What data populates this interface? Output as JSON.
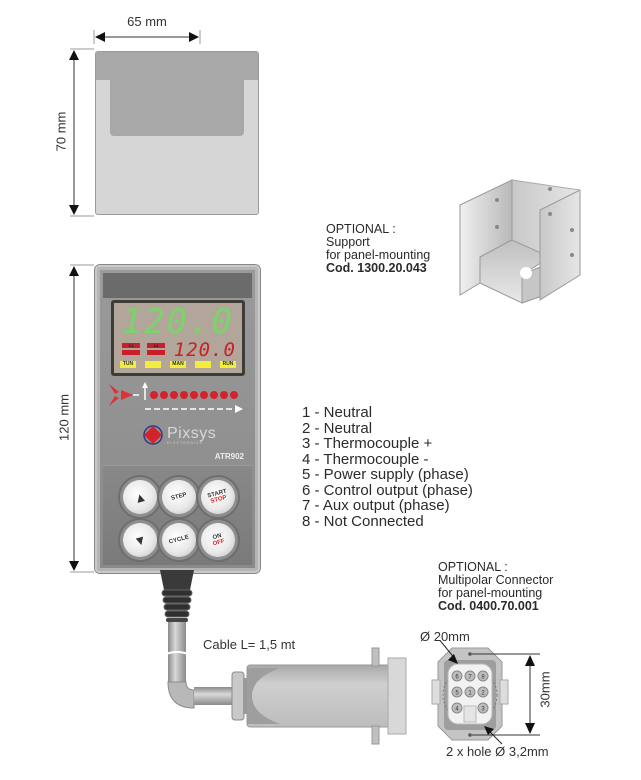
{
  "front_cover": {
    "width_label": "65 mm",
    "height_label": "70 mm"
  },
  "support_note": {
    "heading": "OPTIONAL :",
    "line1": "Support",
    "line2": "for panel-mounting",
    "code": "Cod. 1300.20.043"
  },
  "device": {
    "height_label": "120 mm",
    "main_display": "120.0",
    "secondary_display": "120.0",
    "indicators_top": [
      "C1",
      "A1"
    ],
    "status_tags": [
      "TUN",
      "",
      "MAN",
      "",
      "RUN"
    ],
    "led_count": 9,
    "brand": "Pixsys",
    "brand_sub": "ELECTRONICS",
    "model": "ATR902",
    "buttons": [
      {
        "id": "up",
        "label": "▲",
        "label2": ""
      },
      {
        "id": "step",
        "label": "STEP",
        "label2": ""
      },
      {
        "id": "start-stop",
        "label": "START",
        "label2": "STOP"
      },
      {
        "id": "down",
        "label": "▼",
        "label2": ""
      },
      {
        "id": "cycle",
        "label": "CYCLE",
        "label2": ""
      },
      {
        "id": "on-off",
        "label": "ON",
        "label2": "OFF"
      }
    ],
    "colors": {
      "display_green": "#7bd36a",
      "display_red": "#c8202a",
      "tag_yellow": "#f4ee3a",
      "body_gray": "#7a7a7a"
    }
  },
  "pinout": [
    "1 - Neutral",
    "2 - Neutral",
    "3 - Thermocouple +",
    "4 - Thermocouple -",
    "5 - Power supply (phase)",
    "6 - Control output (phase)",
    "7 - Aux output (phase)",
    "8 - Not Connected"
  ],
  "connector_note": {
    "heading": "OPTIONAL :",
    "line1": "Multipolar Connector",
    "line2": "for panel-mounting",
    "code": "Cod. 0400.70.001"
  },
  "cable": {
    "label": "Cable L= 1,5 mt"
  },
  "connector_face": {
    "diameter_label": "Ø 20mm",
    "height_label": "30mm",
    "holes_label": "2 x hole Ø 3,2mm",
    "pins": [
      "6",
      "7",
      "8",
      "5",
      "1",
      "2",
      "4",
      "",
      "3"
    ]
  }
}
